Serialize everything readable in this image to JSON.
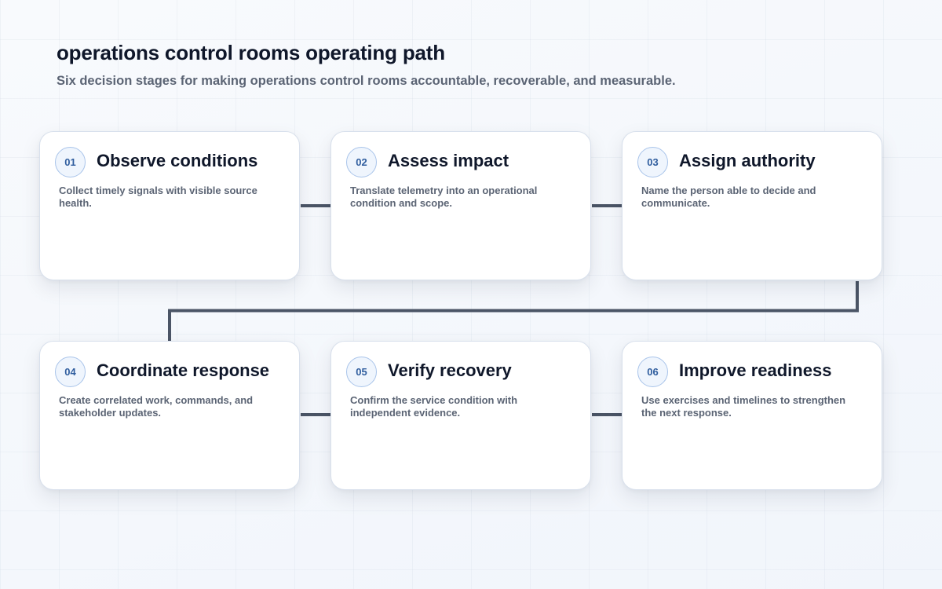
{
  "title": "operations control rooms operating path",
  "subtitle": "Six decision stages for making operations control rooms accountable, recoverable, and measurable.",
  "stages": [
    {
      "number": "01",
      "title": "Observe conditions",
      "description": "Collect timely signals with visible source health."
    },
    {
      "number": "02",
      "title": "Assess impact",
      "description": "Translate telemetry into an operational condition and scope."
    },
    {
      "number": "03",
      "title": "Assign authority",
      "description": "Name the person able to decide and communicate."
    },
    {
      "number": "04",
      "title": "Coordinate response",
      "description": "Create correlated work, commands, and stakeholder updates."
    },
    {
      "number": "05",
      "title": "Verify recovery",
      "description": "Confirm the service condition with independent evidence."
    },
    {
      "number": "06",
      "title": "Improve readiness",
      "description": "Use exercises and timelines to strengthen the next response."
    }
  ],
  "colors": {
    "connector": "#4b5566",
    "badge_border": "#a9c4ea",
    "badge_text": "#2f5d9e"
  }
}
